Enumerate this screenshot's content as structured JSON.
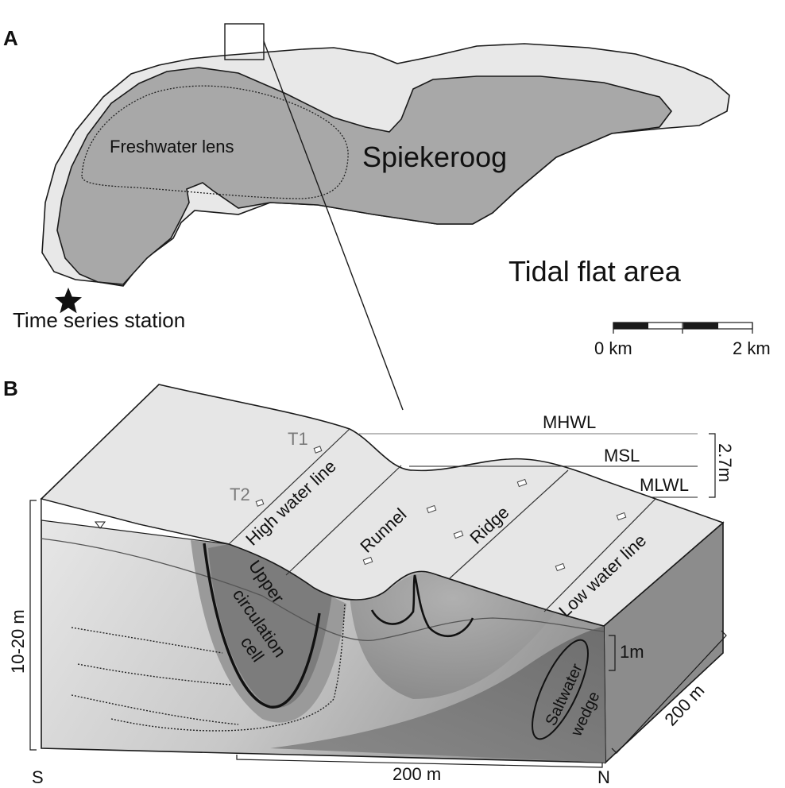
{
  "panel_a": {
    "letter": "A",
    "island_name": "Spiekeroog",
    "lens_label": "Freshwater lens",
    "area_label": "Tidal flat area",
    "station_label": "Time series station",
    "scale_start": "0 km",
    "scale_end": "2 km"
  },
  "panel_b": {
    "letter": "B",
    "levels": [
      "MHWL",
      "MSL",
      "MLWL"
    ],
    "range_label": "2.7m",
    "transects": [
      "T1",
      "T2"
    ],
    "zones": [
      "High water line",
      "Runnel",
      "Ridge",
      "Low water line"
    ],
    "cell_label": [
      "Upper",
      "circulation",
      "cell"
    ],
    "wedge_label": [
      "Saltwater",
      "wedge"
    ],
    "depth_label": "10-20 m",
    "one_m_label": "1m",
    "width_label": "200 m",
    "length_label": "200 m",
    "south": "S",
    "north": "N"
  },
  "colors": {
    "dune_light": "#e8e8e8",
    "island_core": "#a8a8a8",
    "block_top": "#e6e6e6",
    "block_side": "#8a8a8a",
    "block_front": "#d4d4d4",
    "deep_zone": "#7a7a7a",
    "line": "#1a1a1a"
  }
}
